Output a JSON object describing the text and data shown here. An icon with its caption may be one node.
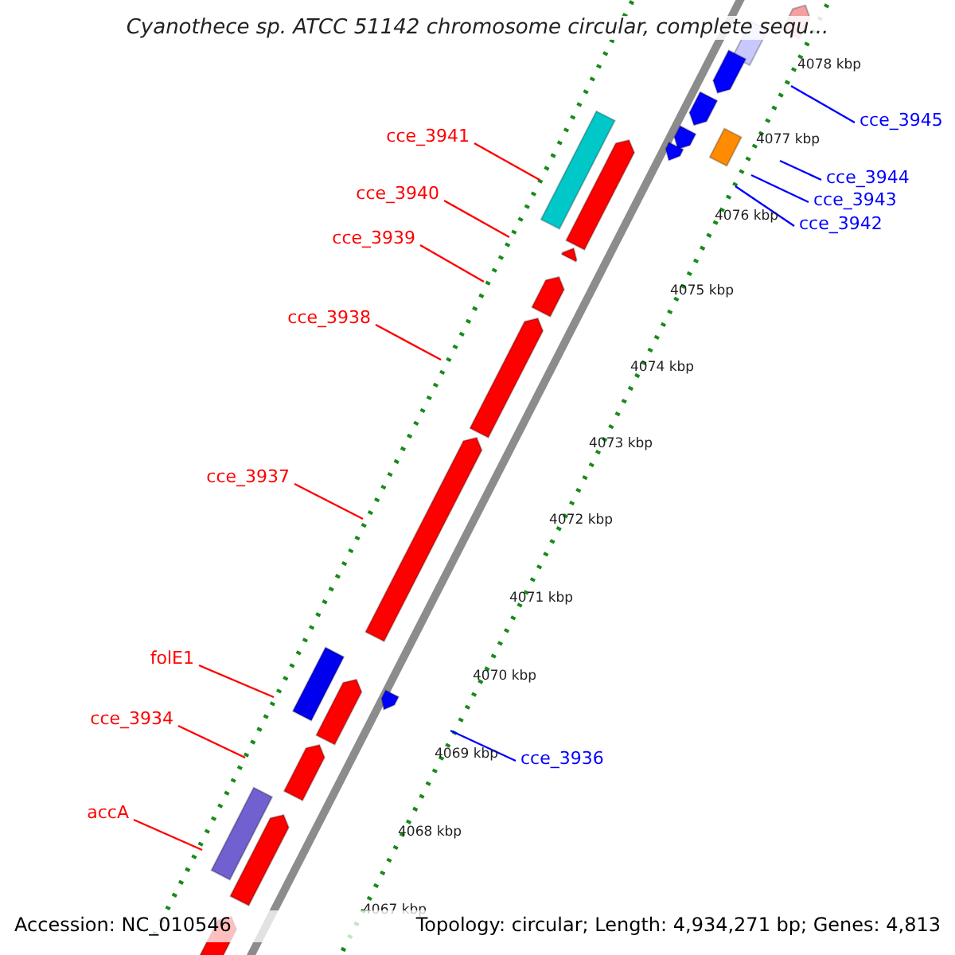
{
  "diagram": {
    "title": "Cyanothece sp. ATCC 51142 chromosome circular, complete sequ...",
    "nodes": [
      {
        "text": [
          "cce_3945"
        ]
      },
      {
        "text": [
          "cce_3944"
        ]
      },
      {
        "text": [
          "cce_3943"
        ]
      },
      {
        "text": [
          "cce_3942"
        ]
      },
      {
        "text": [
          "cce_3941"
        ]
      },
      {
        "text": [
          "cce_3940"
        ]
      },
      {
        "text": [
          "cce_3939"
        ]
      },
      {
        "text": [
          "cce_3938"
        ]
      },
      {
        "text": [
          "cce_3937"
        ]
      },
      {
        "text": [
          "folE1"
        ]
      },
      {
        "text": [
          "cce_3934"
        ]
      },
      {
        "text": [
          "cce_3936"
        ]
      },
      {
        "text": [
          "accA"
        ]
      }
    ],
    "edges": [
      {
        "from": 0,
        "to": null,
        "arrow": "none",
        "color": "#0000ff"
      },
      {
        "from": 1,
        "to": null,
        "arrow": "none",
        "color": "#0000ff"
      },
      {
        "from": 2,
        "to": null,
        "arrow": "none",
        "color": "#0000ff"
      },
      {
        "from": 3,
        "to": null,
        "arrow": "none",
        "color": "#0000ff"
      },
      {
        "from": 4,
        "to": null,
        "arrow": "none"
      },
      {
        "from": 5,
        "to": null,
        "arrow": "none"
      },
      {
        "from": 6,
        "to": null,
        "arrow": "none"
      },
      {
        "from": 7,
        "to": null,
        "arrow": "none"
      },
      {
        "from": 8,
        "to": null,
        "arrow": "none"
      },
      {
        "from": 9,
        "to": null,
        "arrow": "none"
      },
      {
        "from": 10,
        "to": null,
        "arrow": "none"
      },
      {
        "from": 11,
        "to": null,
        "arrow": "none",
        "color": "#0000ff"
      },
      {
        "from": 12,
        "to": null,
        "arrow": "none"
      }
    ],
    "labels": [
      "4078 kbp",
      "4077 kbp",
      "4076 kbp",
      "4075 kbp",
      "4074 kbp",
      "4073 kbp",
      "4072 kbp",
      "4071 kbp",
      "4070 kbp",
      "4069 kbp",
      "4068 kbp",
      "4067 kbp",
      "Accession: NC_010546",
      "Topology: circular; Length: 4,934,271 bp; Genes: 4,813"
    ]
  }
}
